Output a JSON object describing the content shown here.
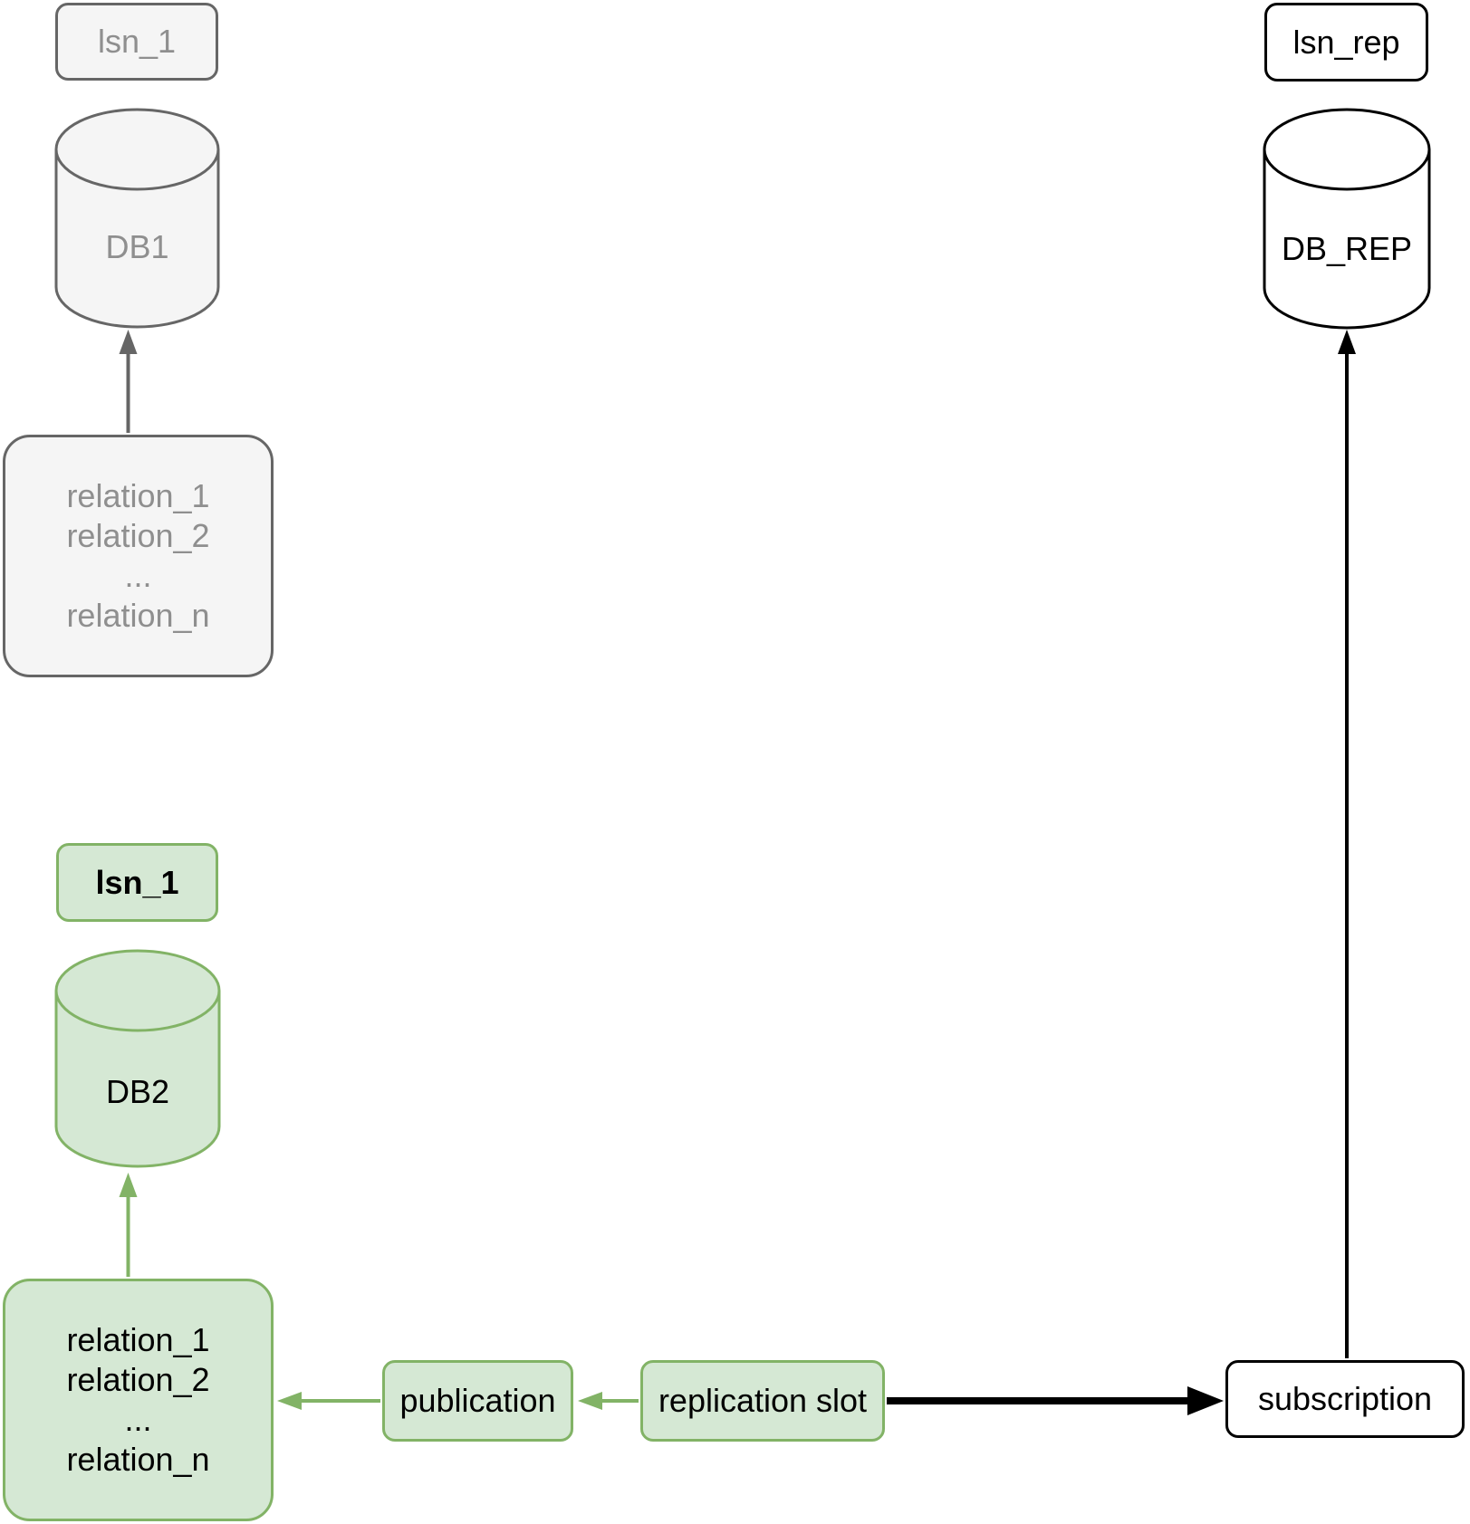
{
  "palette": {
    "green_fill": "#d5e8d4",
    "green_stroke": "#82b366",
    "gray_fill": "#f5f5f5",
    "gray_stroke": "#666666",
    "gray_text": "#8f8f8f",
    "black": "#000000",
    "white": "#ffffff"
  },
  "old_source": {
    "lsn_label": "lsn_1",
    "db_label": "DB1",
    "relations": [
      "relation_1",
      "relation_2",
      "...",
      "relation_n"
    ]
  },
  "current_source": {
    "lsn_label": "lsn_1",
    "db_label": "DB2",
    "relations": [
      "relation_1",
      "relation_2",
      "...",
      "relation_n"
    ]
  },
  "replica": {
    "lsn_label": "lsn_rep",
    "db_label": "DB_REP"
  },
  "pipeline": {
    "publication_label": "publication",
    "replication_slot_label": "replication slot",
    "subscription_label": "subscription"
  }
}
